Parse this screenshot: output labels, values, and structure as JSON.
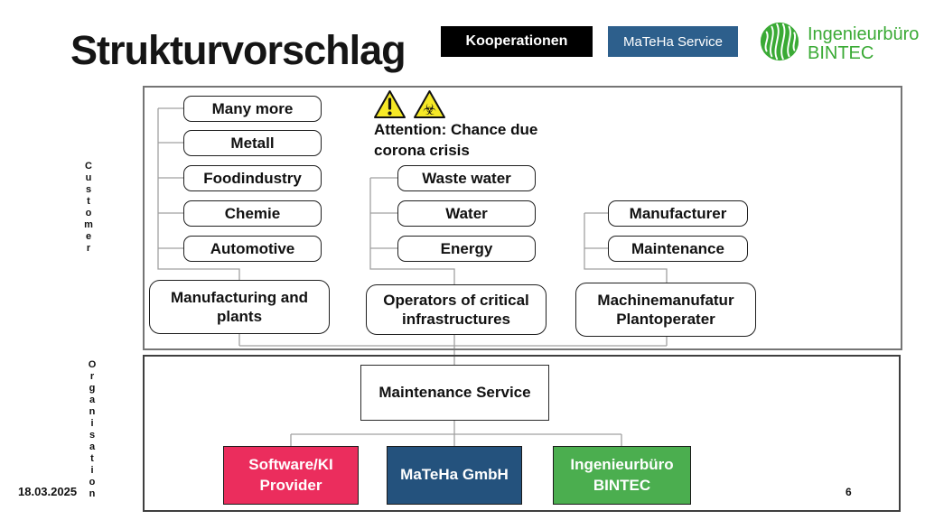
{
  "slide": {
    "title": "Strukturvorschlag",
    "date": "18.03.2025",
    "page_number": "6"
  },
  "header_badges": {
    "kooperationen": "Kooperationen",
    "mateha_service": "MaTeHa Service"
  },
  "logo": {
    "icon": "wave-globe-icon",
    "line1": "Ingenieurbüro",
    "line2": "BINTEC",
    "color": "#3AAA35"
  },
  "customer_section": {
    "side_label": "Customer",
    "warning": {
      "icon1": "warning-triangle-icon",
      "icon2": "biohazard-icon",
      "text": "Attention: Chance due corona crisis"
    },
    "industry_boxes": [
      "Many more",
      "Metall",
      "Foodindustry",
      "Chemie",
      "Automotive"
    ],
    "industry_parent": "Manufacturing and plants",
    "infrastructure_boxes": [
      "Waste water",
      "Water",
      "Energy"
    ],
    "infrastructure_parent": "Operators of critical infrastructures",
    "machine_boxes": [
      "Manufacturer",
      "Maintenance"
    ],
    "machine_parent": "Machinemanufatur Plantoperater"
  },
  "organisation_section": {
    "side_label": "Organisation",
    "root": "Maintenance Service",
    "providers": [
      {
        "label": "Software/KI Provider",
        "color": "#EB2D5D"
      },
      {
        "label": "MaTeHa GmbH",
        "color": "#24527D"
      },
      {
        "label": "Ingenieurbüro BINTEC",
        "color": "#4BAE4F"
      }
    ]
  }
}
